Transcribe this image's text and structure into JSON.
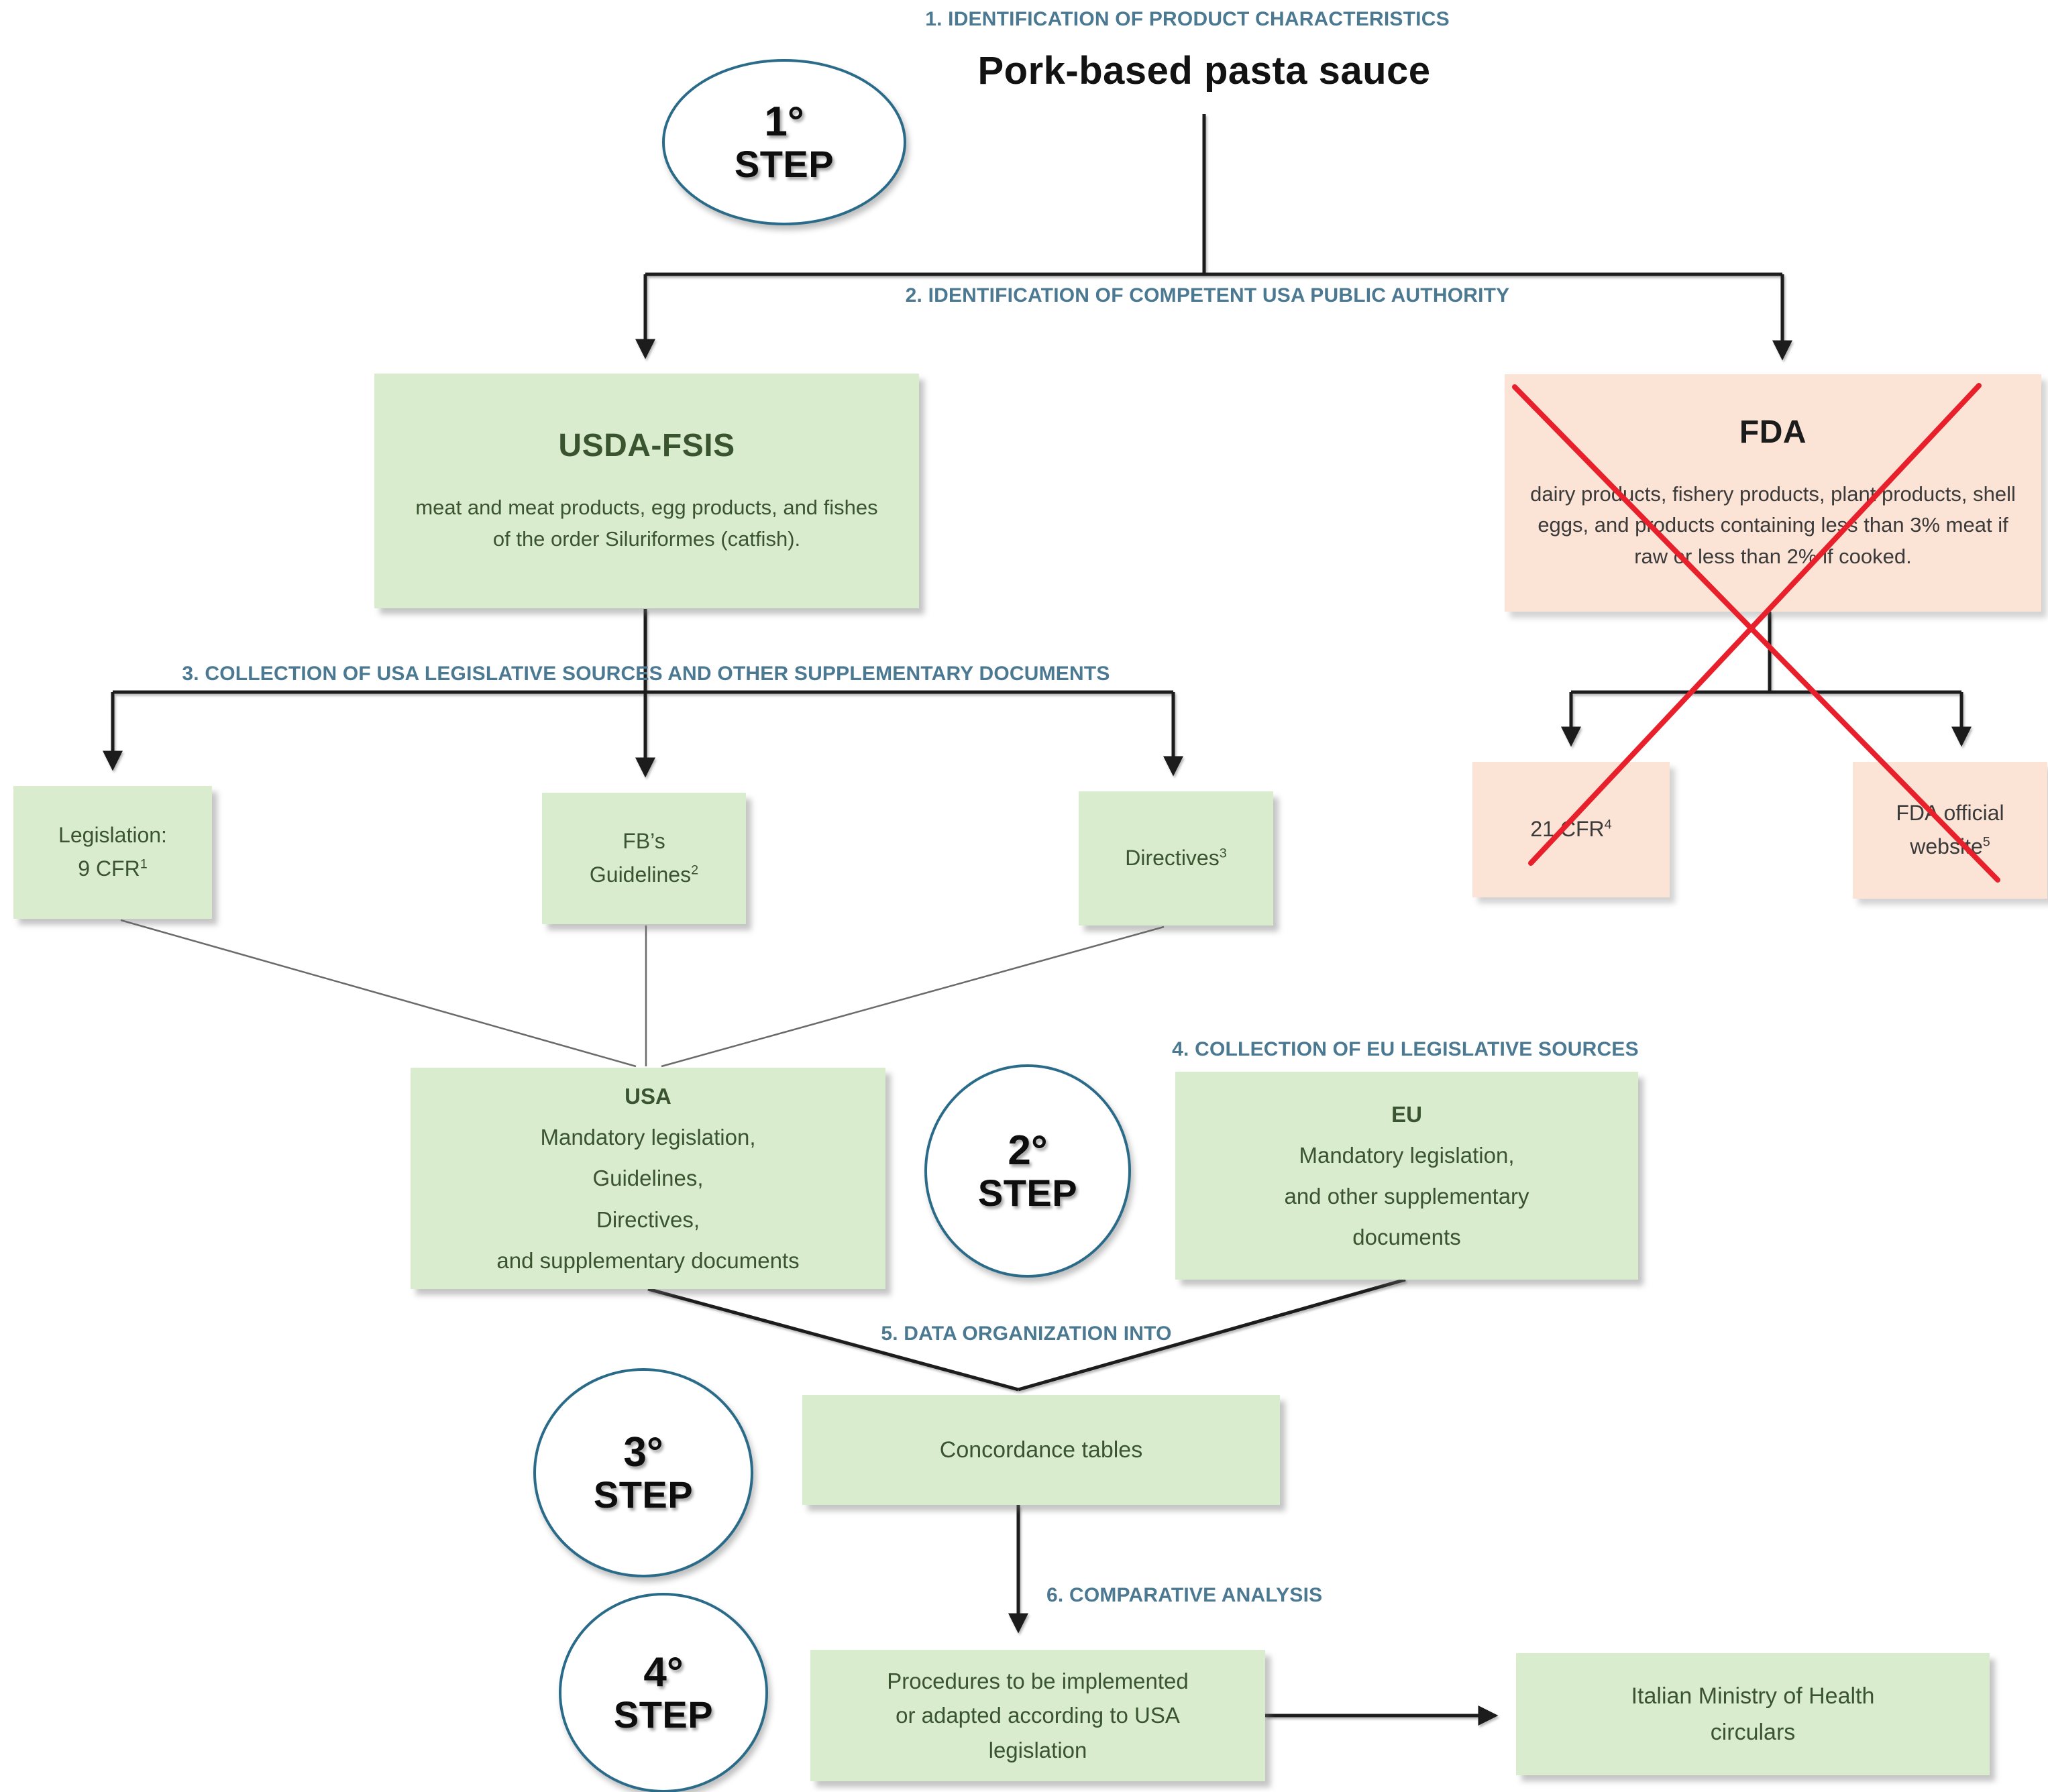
{
  "product": {
    "title": "Pork-based pasta sauce"
  },
  "stage_labels": {
    "s1": "1. IDENTIFICATION OF PRODUCT CHARACTERISTICS",
    "s2": "2. IDENTIFICATION OF COMPETENT USA PUBLIC AUTHORITY",
    "s3": "3. COLLECTION OF USA LEGISLATIVE SOURCES AND OTHER SUPPLEMENTARY DOCUMENTS",
    "s4": "4. COLLECTION OF EU LEGISLATIVE SOURCES",
    "s5": "5. DATA ORGANIZATION INTO",
    "s6": "6. COMPARATIVE ANALYSIS"
  },
  "steps": [
    {
      "ordinal": "1°",
      "word": "STEP"
    },
    {
      "ordinal": "2°",
      "word": "STEP"
    },
    {
      "ordinal": "3°",
      "word": "STEP"
    },
    {
      "ordinal": "4°",
      "word": "STEP"
    }
  ],
  "nodes": {
    "usda": {
      "title": "USDA-FSIS",
      "body": "meat and meat products, egg products, and fishes of the order Siluriformes (catfish)."
    },
    "fda": {
      "title": "FDA",
      "body": "dairy products, fishery products, plant products, shell eggs, and products containing less than 3% meat if raw or less than 2% if cooked."
    },
    "legislation": {
      "line1": "Legislation:",
      "line2": "9 CFR",
      "sup": "1"
    },
    "guidelines": {
      "line1": "FB’s",
      "line2": "Guidelines",
      "sup": "2"
    },
    "directives": {
      "line1": "Directives",
      "sup": "3"
    },
    "cfr21": {
      "line1": "21 CFR",
      "sup": "4"
    },
    "fda_site": {
      "line1": "FDA official",
      "line2": "website",
      "sup": "5"
    },
    "usa": {
      "title": "USA",
      "lines": [
        "Mandatory legislation,",
        "Guidelines,",
        "Directives,",
        "and supplementary documents"
      ]
    },
    "eu": {
      "title": "EU",
      "lines": [
        "Mandatory legislation,",
        "and other supplementary",
        "documents"
      ]
    },
    "concordance": {
      "title": "Concordance tables"
    },
    "procedures": {
      "lines": [
        "Procedures to be implemented",
        "or adapted according to USA",
        "legislation"
      ]
    },
    "ministry": {
      "lines": [
        "Italian Ministry of Health",
        "circulars"
      ]
    }
  },
  "colors": {
    "green_box_bg": "#d9ecce",
    "green_box_text": "#3a5430",
    "pink_box_bg": "#fbe3d6",
    "pink_box_text": "#3a3a3a",
    "stage_label_blue": "#4b7992",
    "circle_border_teal": "#2a6b89",
    "connector_black": "#1c1c1c",
    "cross_red": "#e8202c"
  }
}
